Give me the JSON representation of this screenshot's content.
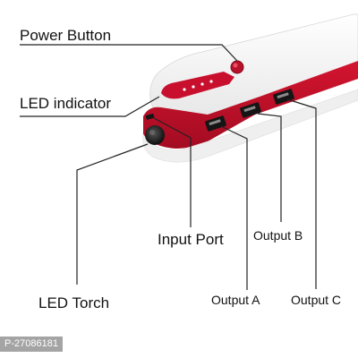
{
  "labels": {
    "power_button": "Power Button",
    "led_indicator": "LED indicator",
    "input_port": "Input Port",
    "led_torch": "LED Torch",
    "output_a": "Output A",
    "output_b": "Output B",
    "output_c": "Output C"
  },
  "watermark": "P-27086181",
  "colors": {
    "body_white": "#f4f4f4",
    "accent_red": "#c8102e",
    "port_black": "#151515",
    "leader_line": "#222222"
  }
}
